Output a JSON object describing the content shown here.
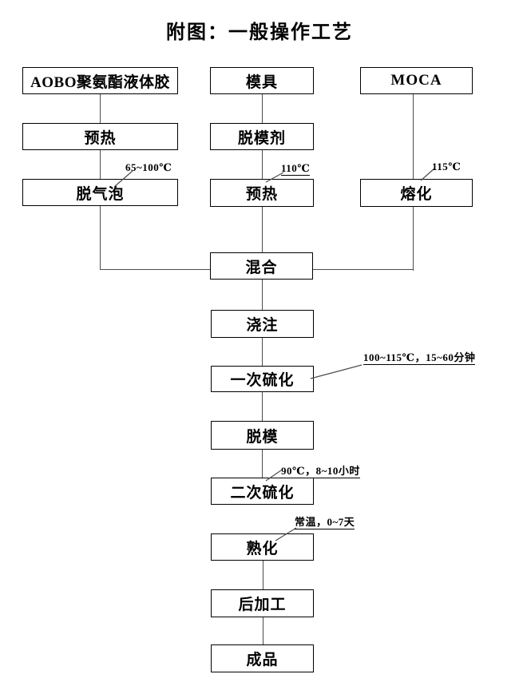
{
  "title": "附图：一般操作工艺",
  "flowchart": {
    "nodes": {
      "material": "AOBO聚氨酯液体胶",
      "preheat_left": "预热",
      "degas": "脱气泡",
      "mold": "模具",
      "release_agent": "脱模剂",
      "preheat_mid": "预热",
      "moca": "MOCA",
      "melt": "熔化",
      "mix": "混合",
      "pour": "浇注",
      "first_cure": "一次硫化",
      "demold": "脱模",
      "second_cure": "二次硫化",
      "aging": "熟化",
      "post_process": "后加工",
      "finished": "成品"
    },
    "annotations": {
      "degas_temp": "65~100℃",
      "preheat_mid_temp": "110℃",
      "melt_temp": "115℃",
      "first_cure_condition": "100~115℃，15~60分钟",
      "second_cure_condition": "90℃，8~10小时",
      "aging_condition": "常温，0~7天"
    },
    "colors": {
      "background": "#ffffff",
      "box_border": "#000000",
      "connector_line": "#4d4d4d",
      "text": "#000000"
    }
  }
}
